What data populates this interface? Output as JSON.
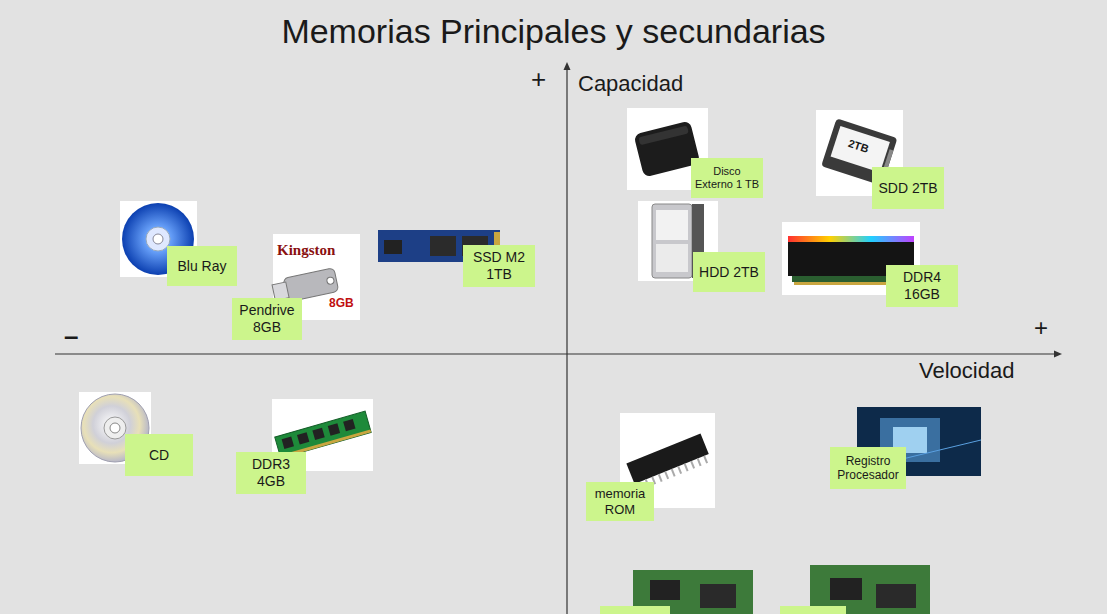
{
  "diagram": {
    "title": "Memorias Principales y secundarias",
    "nodes": [
      {
        "text": [
          "Blu Ray"
        ]
      },
      {
        "text": [
          "Pendrive 8GB"
        ]
      },
      {
        "text": [
          "SSD M2 1TB"
        ]
      },
      {
        "text": [
          "Disco Externo 1 TB"
        ]
      },
      {
        "text": [
          "SDD 2TB"
        ]
      },
      {
        "text": [
          "HDD 2TB"
        ]
      },
      {
        "text": [
          "DDR4 16GB"
        ]
      },
      {
        "text": [
          "CD"
        ]
      },
      {
        "text": [
          "DDR3 4GB"
        ]
      },
      {
        "text": [
          "memoria ROM"
        ]
      },
      {
        "text": [
          "Registro Procesador"
        ]
      }
    ],
    "labels": [
      "+",
      "Capacidad",
      "–",
      "+",
      "Velocidad",
      "Kingston",
      "8GB",
      "2TB"
    ]
  }
}
